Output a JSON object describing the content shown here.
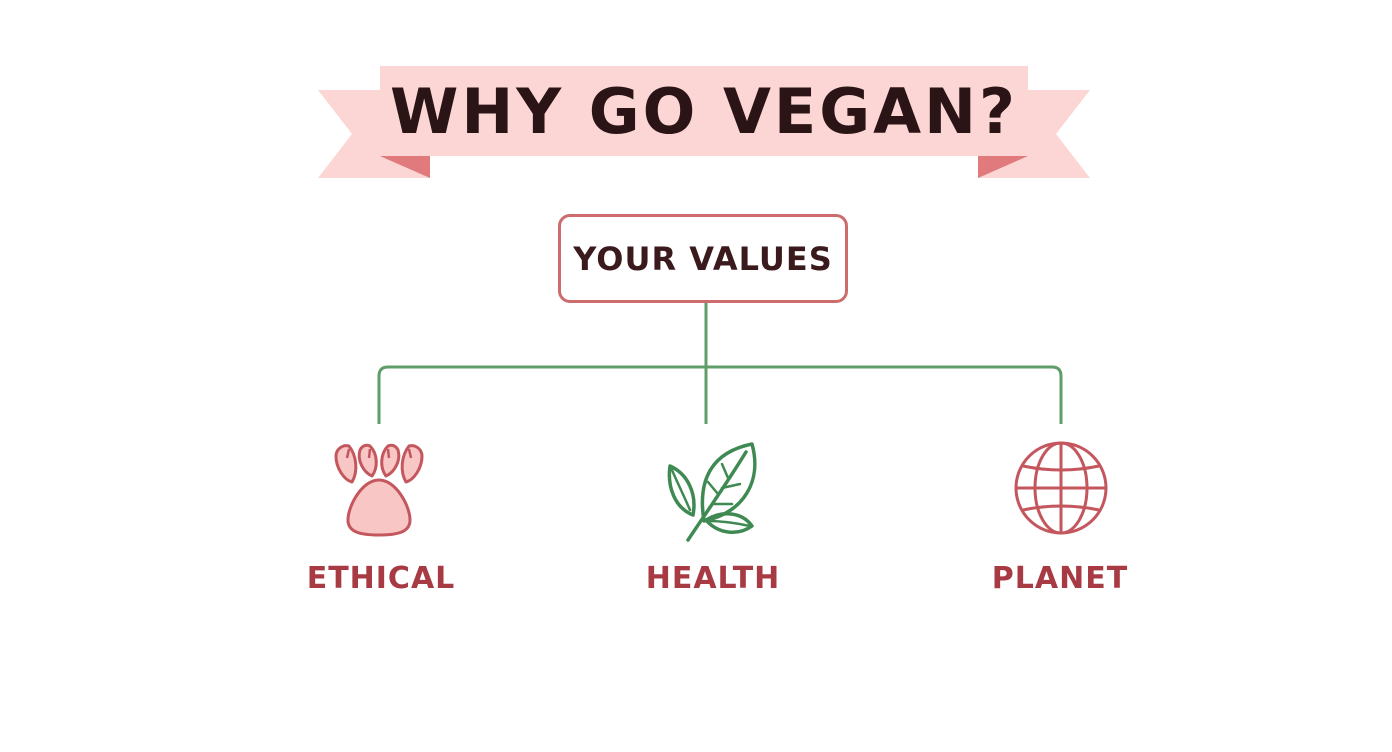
{
  "title": "WHY GO VEGAN?",
  "root": "YOUR VALUES",
  "branches": [
    {
      "label": "ETHICAL",
      "icon": "paw-icon"
    },
    {
      "label": "HEALTH",
      "icon": "leaf-icon"
    },
    {
      "label": "PLANET",
      "icon": "globe-icon"
    }
  ],
  "colors": {
    "ribbon": "#fbd6d4",
    "ribbon_fold": "#e07a7c",
    "title_text": "#2a1416",
    "node_border": "#cd6b6d",
    "connector": "#5f9d6a",
    "label_text": "#a83a44",
    "icon_red": "#c4565d",
    "icon_fill": "#f8c6c4",
    "icon_green": "#3f8a52"
  }
}
